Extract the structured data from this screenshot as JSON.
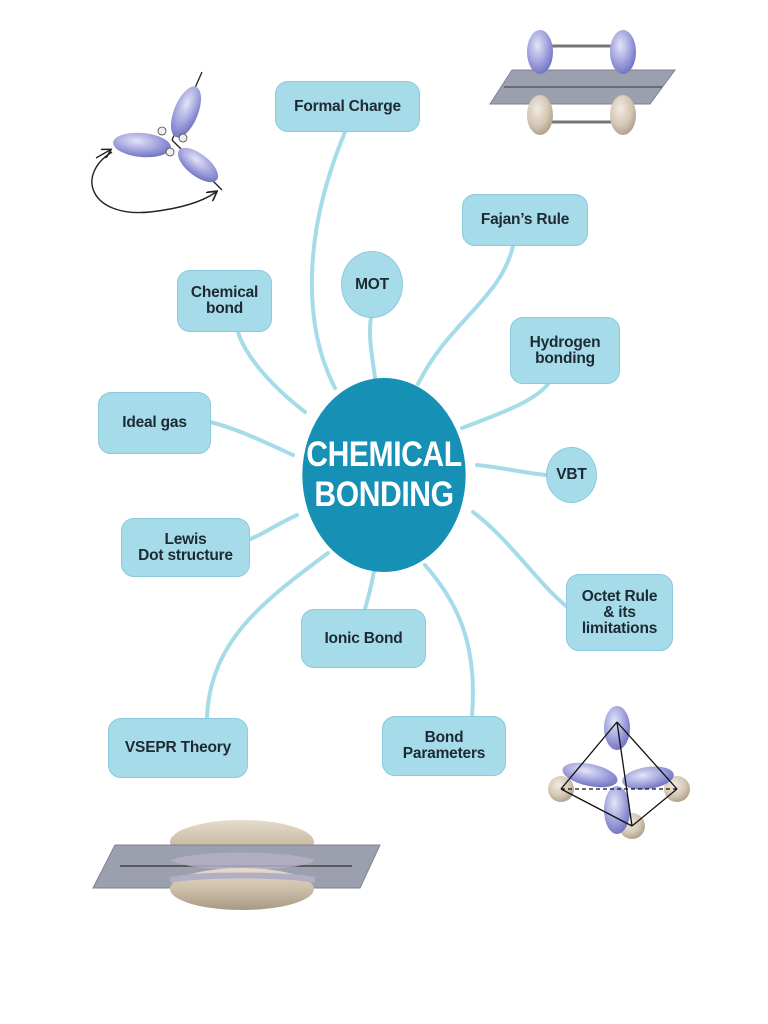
{
  "center": {
    "label": "CHEMICAL\nBONDING"
  },
  "nodes": [
    {
      "id": "formal-charge",
      "label": "Formal Charge"
    },
    {
      "id": "fajans-rule",
      "label": "Fajan’s Rule"
    },
    {
      "id": "mot",
      "label": "MOT"
    },
    {
      "id": "chemical-bond",
      "label": "Chemical\nbond"
    },
    {
      "id": "hydrogen-bonding",
      "label": "Hydrogen\nbonding"
    },
    {
      "id": "ideal-gas",
      "label": "Ideal gas"
    },
    {
      "id": "vbt",
      "label": "VBT"
    },
    {
      "id": "lewis-dot-structure",
      "label": "Lewis\nDot structure"
    },
    {
      "id": "octet-rule",
      "label": "Octet Rule\n& its\nlimitations"
    },
    {
      "id": "ionic-bond",
      "label": "Ionic Bond"
    },
    {
      "id": "vsepr-theory",
      "label": "VSEPR Theory"
    },
    {
      "id": "bond-parameters",
      "label": "Bond\nParameters"
    }
  ],
  "colors": {
    "hub": "#1690b5",
    "node": "#a6dbe9",
    "connector": "#a6dbe9",
    "orbital": "#8d8fd4",
    "orbital_alt": "#d2c5b4"
  },
  "illustrations": [
    "trigonal-planar-orbital-icon",
    "pi-bond-orbital-icon",
    "octahedral-orbital-icon",
    "sigma-bond-overlap-icon"
  ]
}
